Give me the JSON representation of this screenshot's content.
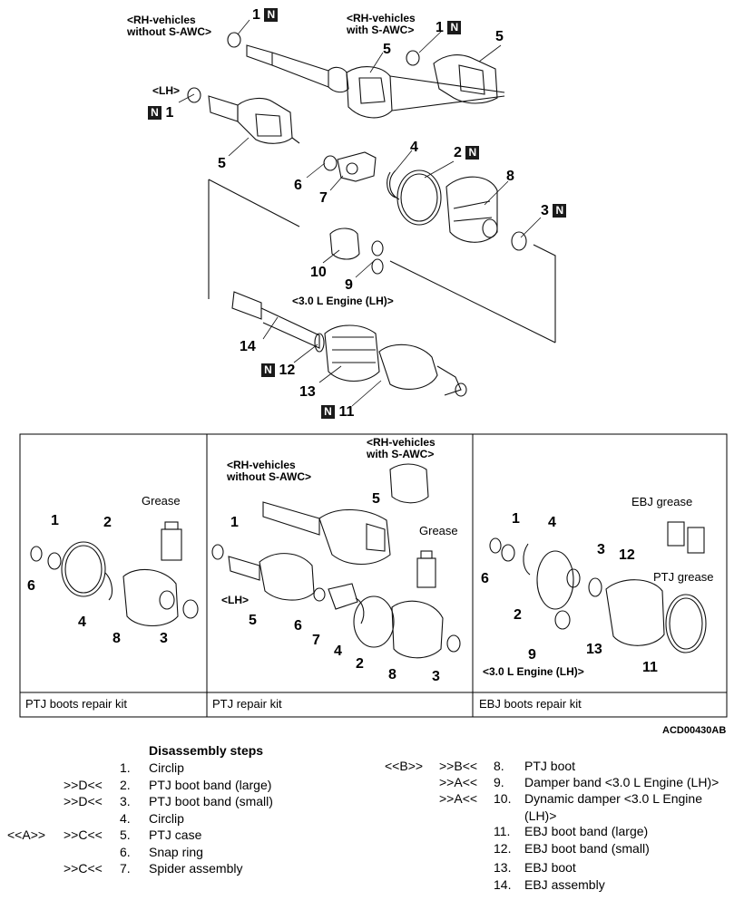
{
  "diagram": {
    "labels": {
      "rh_without": [
        "<RH-vehicles",
        "without S-AWC>"
      ],
      "rh_with": [
        "<RH-vehicles",
        "with S-AWC>"
      ],
      "lh": "<LH>",
      "engine_lh": "<3.0 L Engine (LH)>",
      "n_symbol": "N"
    },
    "numbers": {
      "n1": "1",
      "n2": "2",
      "n3": "3",
      "n4": "4",
      "n5": "5",
      "n6": "6",
      "n7": "7",
      "n8": "8",
      "n9": "9",
      "n10": "10",
      "n11": "11",
      "n12": "12",
      "n13": "13",
      "n14": "14"
    },
    "kits": [
      {
        "name": "PTJ boots repair kit",
        "grease": "Grease"
      },
      {
        "name": "PTJ repair kit",
        "grease": "Grease",
        "rh_without": [
          "<RH-vehicles",
          "without S-AWC>"
        ],
        "rh_with": [
          "<RH-vehicles",
          "with S-AWC>"
        ],
        "lh": "<LH>"
      },
      {
        "name": "EBJ boots repair kit",
        "grease_ebj": "EBJ grease",
        "grease_ptj": "PTJ grease",
        "engine_lh": "<3.0 L Engine (LH)>"
      }
    ],
    "figure_code": "ACD00430AB"
  },
  "steps": {
    "title": "Disassembly steps",
    "left": [
      {
        "a": "",
        "b": "",
        "n": "1.",
        "t": "Circlip"
      },
      {
        "a": "",
        "b": ">>D<<",
        "n": "2.",
        "t": "PTJ boot band (large)"
      },
      {
        "a": "",
        "b": ">>D<<",
        "n": "3.",
        "t": "PTJ boot band (small)"
      },
      {
        "a": "",
        "b": "",
        "n": "4.",
        "t": "Circlip"
      },
      {
        "a": "<<A>>",
        "b": ">>C<<",
        "n": "5.",
        "t": "PTJ case"
      },
      {
        "a": "",
        "b": "",
        "n": "6.",
        "t": "Snap ring"
      },
      {
        "a": "",
        "b": ">>C<<",
        "n": "7.",
        "t": "Spider assembly"
      }
    ],
    "right": [
      {
        "a": "<<B>>",
        "b": ">>B<<",
        "n": "8.",
        "t": "PTJ boot"
      },
      {
        "a": "",
        "b": ">>A<<",
        "n": "9.",
        "t": "Damper band <3.0 L Engine (LH)>"
      },
      {
        "a": "",
        "b": ">>A<<",
        "n": "10.",
        "t": "Dynamic damper <3.0 L Engine (LH)>"
      },
      {
        "a": "",
        "b": "",
        "n": "11.",
        "t": "EBJ boot band (large)"
      },
      {
        "a": "",
        "b": "",
        "n": "12.",
        "t": "EBJ boot band (small)"
      },
      {
        "a": "",
        "b": "",
        "n": "13.",
        "t": "EBJ boot"
      },
      {
        "a": "",
        "b": "",
        "n": "14.",
        "t": "EBJ assembly"
      }
    ]
  }
}
